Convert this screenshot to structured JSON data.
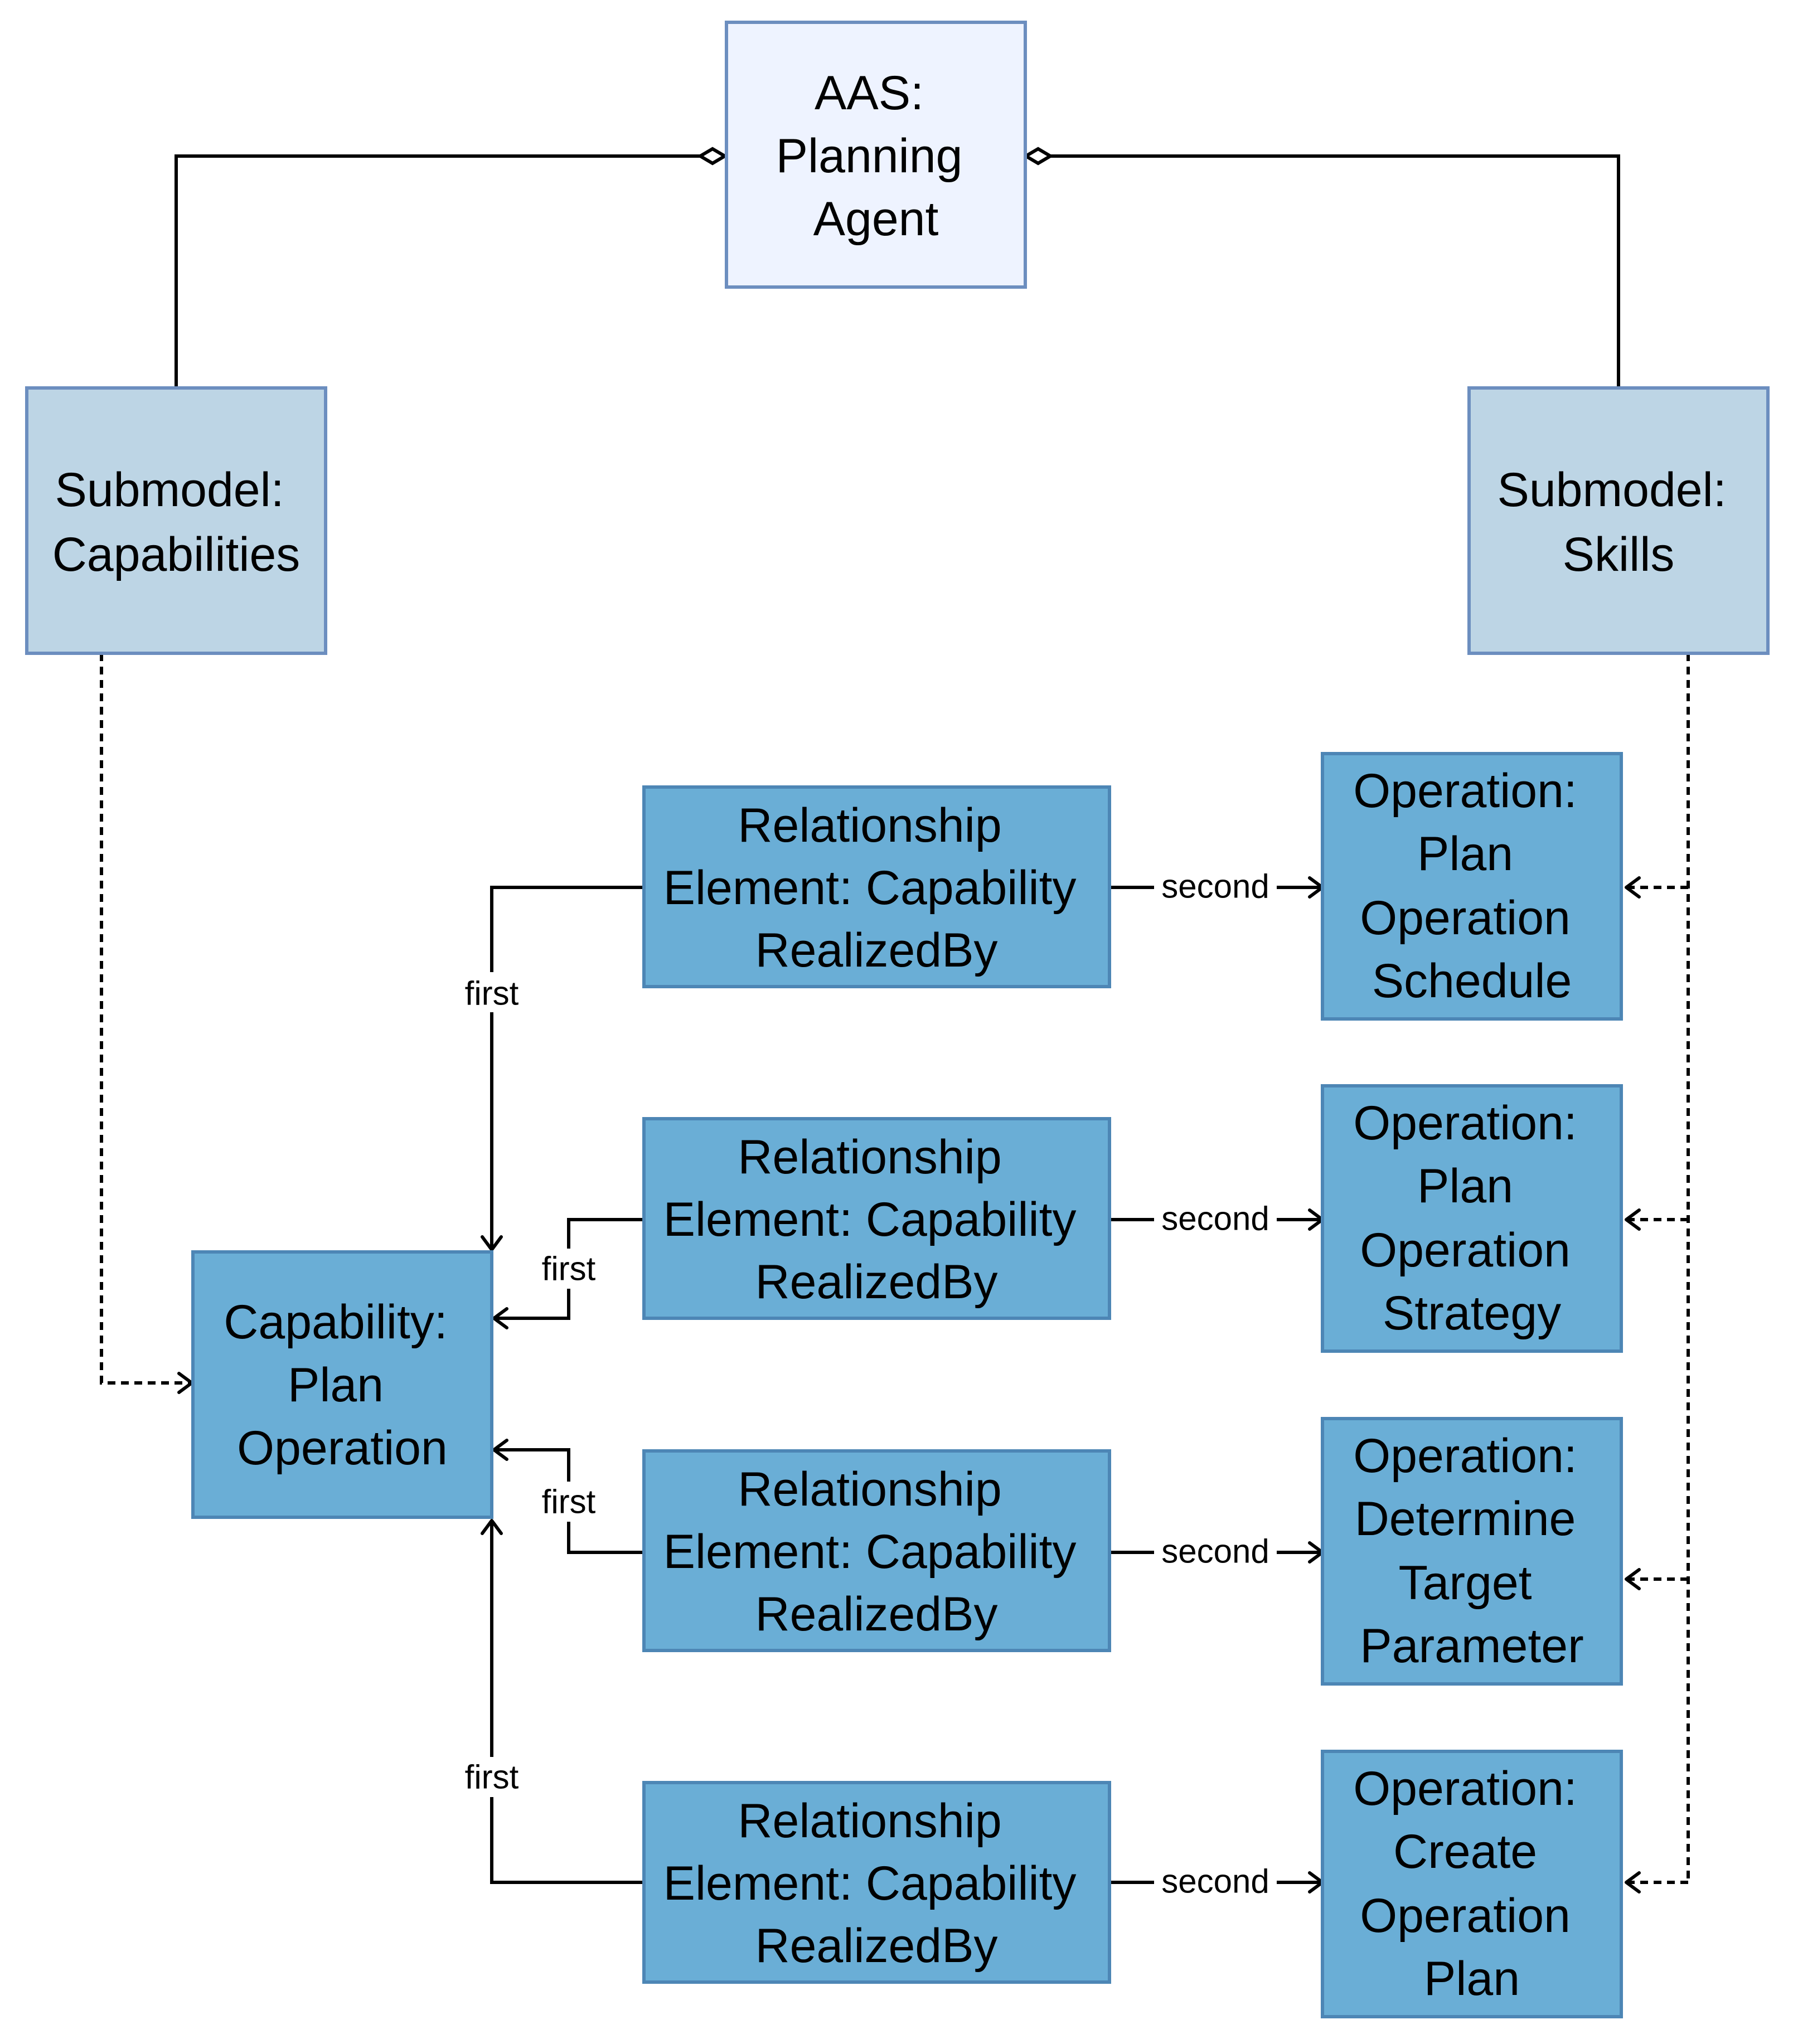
{
  "colors": {
    "aas_fill": "#eef3ff",
    "aas_stroke": "#6c8ebf",
    "submodel_fill": "#bdd5e5",
    "submodel_stroke": "#6c8ebf",
    "element_fill": "#6aaed6",
    "element_stroke": "#4d86b5",
    "line": "#000000"
  },
  "nodes": {
    "aas": {
      "lines": [
        "AAS:",
        "Planning",
        "Agent"
      ]
    },
    "submodel_capabilities": {
      "lines": [
        "Submodel:",
        "Capabilities"
      ]
    },
    "submodel_skills": {
      "lines": [
        "Submodel:",
        "Skills"
      ]
    },
    "capability": {
      "lines": [
        "Capability:",
        "Plan",
        "Operation"
      ]
    },
    "relationships": [
      {
        "lines": [
          "Relationship",
          "Element: Capability",
          "RealizedBy"
        ]
      },
      {
        "lines": [
          "Relationship",
          "Element: Capability",
          "RealizedBy"
        ]
      },
      {
        "lines": [
          "Relationship",
          "Element: Capability",
          "RealizedBy"
        ]
      },
      {
        "lines": [
          "Relationship",
          "Element: Capability",
          "RealizedBy"
        ]
      }
    ],
    "operations": [
      {
        "lines": [
          "Operation:",
          "Plan",
          "Operation",
          "Schedule"
        ]
      },
      {
        "lines": [
          "Operation:",
          "Plan",
          "Operation",
          "Strategy"
        ]
      },
      {
        "lines": [
          "Operation:",
          "Determine",
          "Target",
          "Parameter"
        ]
      },
      {
        "lines": [
          "Operation:",
          "Create",
          "Operation",
          "Plan"
        ]
      }
    ]
  },
  "edge_labels": {
    "first": [
      "first",
      "first",
      "first",
      "first"
    ],
    "second": [
      "second",
      "second",
      "second",
      "second"
    ]
  },
  "icons": {
    "aggregation": "hollow-diamond-icon",
    "arrow": "open-arrowhead-icon"
  }
}
